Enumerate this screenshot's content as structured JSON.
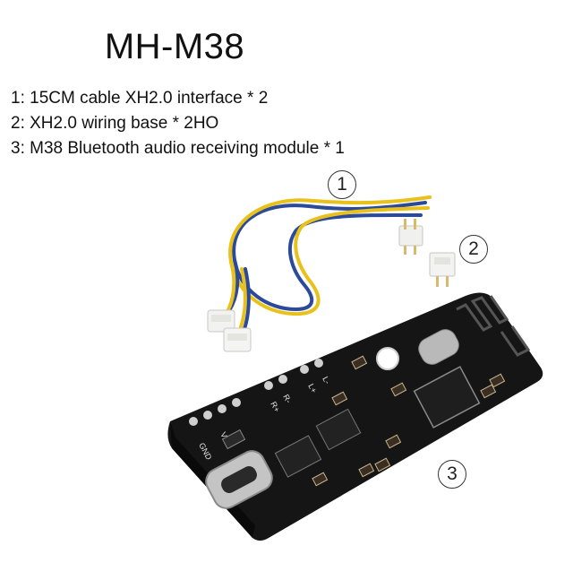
{
  "title": "MH-M38",
  "items": [
    "1: 15CM cable XH2.0 interface * 2",
    "2: XH2.0 wiring base * 2HO",
    "3: M38 Bluetooth audio receiving module * 1"
  ],
  "callouts": [
    "1",
    "2",
    "3"
  ],
  "board": {
    "label_gnd": "GND",
    "label_vin": "Vin",
    "label_r_plus": "R+",
    "label_r_minus": "R-",
    "label_l_plus": "L+",
    "label_l_minus": "L-"
  },
  "colors": {
    "pcb": "#151515",
    "wire_yellow": "#e8c21a",
    "wire_blue": "#2c4a9a",
    "connector": "#f2f2f0",
    "crystal": "#b9b9b9"
  }
}
